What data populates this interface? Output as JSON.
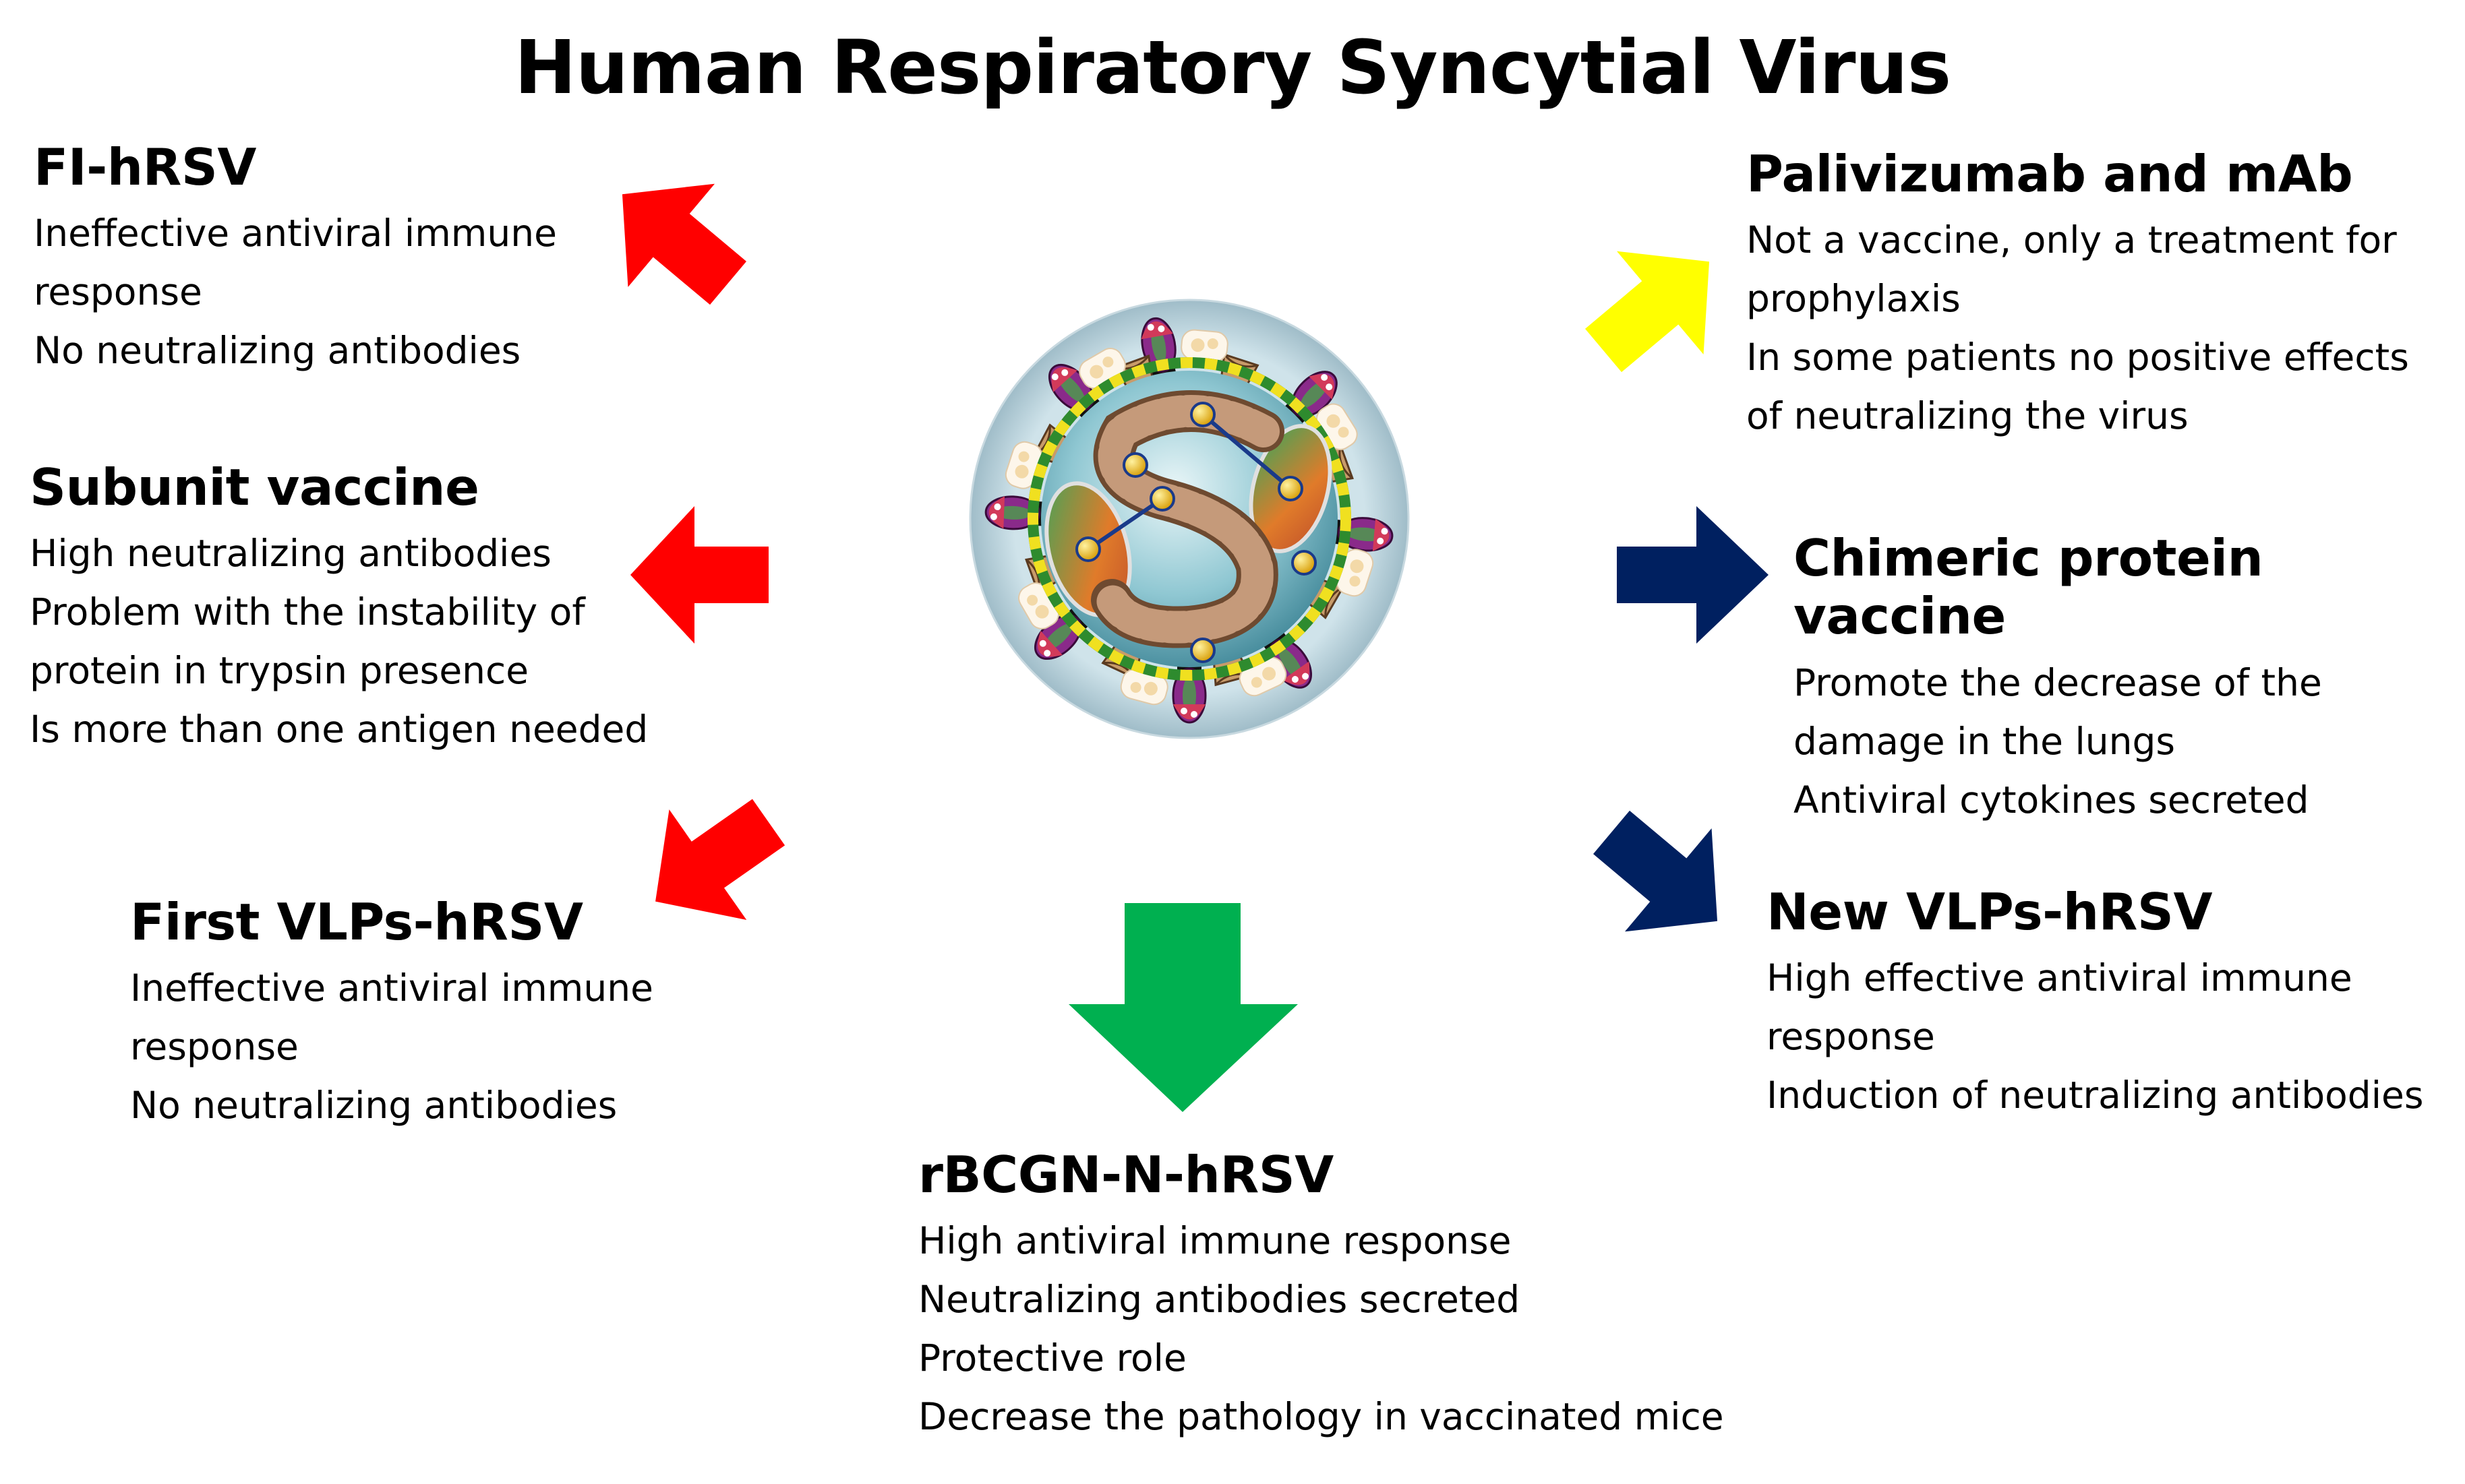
{
  "title": "Human Respiratory Syncytial Virus",
  "colors": {
    "negative": "#ff0000",
    "treatment": "#ffff00",
    "positive": "#002060",
    "best": "#00b050"
  },
  "blocks": {
    "fi_hrsv": {
      "heading": "FI-hRSV",
      "lines": [
        "Ineffective antiviral immune",
        "response",
        "No neutralizing antibodies"
      ]
    },
    "subunit": {
      "heading": "Subunit vaccine",
      "lines": [
        "High neutralizing antibodies",
        "Problem with the instability of",
        "protein in trypsin presence",
        "Is more than one antigen needed"
      ]
    },
    "first_vlps": {
      "heading": "First VLPs-hRSV",
      "lines": [
        "Ineffective antiviral immune",
        "response",
        "No neutralizing antibodies"
      ]
    },
    "palivizumab": {
      "heading": "Palivizumab and mAb",
      "lines": [
        "Not a vaccine, only a treatment for",
        "prophylaxis",
        "In some patients no positive effects",
        "of neutralizing the virus"
      ]
    },
    "chimeric": {
      "heading": "Chimeric protein vaccine",
      "lines": [
        "Promote the decrease of the",
        "damage in the lungs",
        "Antiviral cytokines secreted"
      ]
    },
    "new_vlps": {
      "heading": "New VLPs-hRSV",
      "lines": [
        "High effective antiviral immune",
        "response",
        "Induction of neutralizing antibodies"
      ]
    },
    "rbcgn": {
      "heading": "rBCGN-N-hRSV",
      "lines": [
        "High antiviral immune response",
        "Neutralizing antibodies secreted",
        "Protective role",
        "Decrease the pathology in vaccinated mice"
      ]
    }
  }
}
